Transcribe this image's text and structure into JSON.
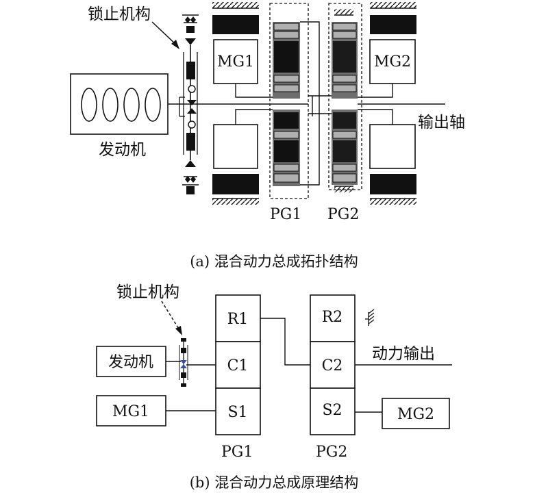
{
  "diagram_a": {
    "lock_label": "锁止机构",
    "engine_label": "发动机",
    "mg1": "MG1",
    "mg2": "MG2",
    "output_shaft": "输出轴",
    "pg1": "PG1",
    "pg2": "PG2",
    "caption": "(a) 混合动力总成拓扑结构"
  },
  "diagram_b": {
    "lock_label": "锁止机构",
    "engine": "发动机",
    "mg1": "MG1",
    "mg2": "MG2",
    "r1": "R1",
    "c1": "C1",
    "s1": "S1",
    "r2": "R2",
    "c2": "C2",
    "s2": "S2",
    "power_output": "动力输出",
    "pg1": "PG1",
    "pg2": "PG2",
    "caption": "(b) 混合动力总成原理结构"
  },
  "colors": {
    "ink": "#111111",
    "dark_fill": "#111111",
    "gear_gray": "#9a9a9a",
    "mid_gray": "#6e6e6e",
    "accent_arrow": "#3a4f9a"
  }
}
